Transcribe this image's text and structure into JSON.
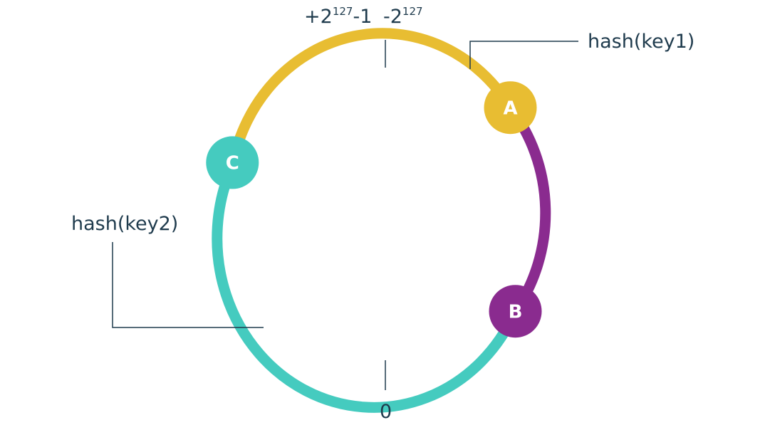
{
  "ring": {
    "top_max": {
      "prefix": "+2",
      "exponent": "127",
      "suffix": "-1"
    },
    "top_min": {
      "prefix": "-2",
      "exponent": "127"
    },
    "bottom": "0"
  },
  "keys": {
    "key1": "hash(key1)",
    "key2": "hash(key2)"
  },
  "nodes": {
    "a": {
      "label": "A",
      "color": "#e8bd32"
    },
    "b": {
      "label": "B",
      "color": "#8a2b8f"
    },
    "c": {
      "label": "C",
      "color": "#45cbbf"
    }
  },
  "colors": {
    "text": "#1f3b4d",
    "leader": "#1f3b4d"
  }
}
